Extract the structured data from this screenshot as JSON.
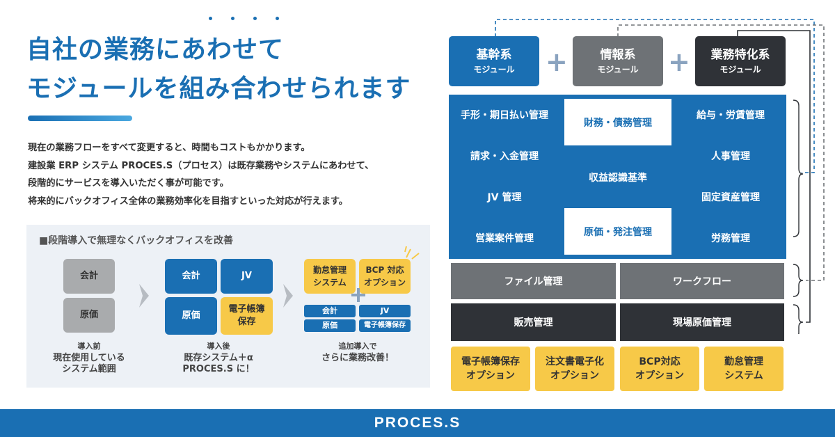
{
  "headline": {
    "line1": "自社の業務にあわせて",
    "line2": "モジュールを組み合わせられます"
  },
  "body": [
    "現在の業務フローをすべて変更すると、時間もコストもかかります。",
    "建設業 ERP システム PROCES.S（プロセス）は既存業務やシステムにあわせて、",
    "段階的にサービスを導入いただく事が可能です。",
    "将来的にバックオフィス全体の業務効率化を目指すといった対応が行えます。"
  ],
  "panel": {
    "title": "■段階導入で無理なくバックオフィスを改善",
    "before": {
      "tiles": [
        "会計",
        "原価"
      ],
      "caption_small": "導入前",
      "caption": [
        "現在使用している",
        "システム範囲"
      ]
    },
    "after": {
      "tiles": [
        "会計",
        "JV",
        "原価",
        "電子帳簿\n保存"
      ],
      "caption_small": "導入後",
      "caption": [
        "既存システム＋α",
        "PROCES.S に！"
      ]
    },
    "additional": {
      "options": [
        "勤怠管理\nシステム",
        "BCP 対応\nオプション"
      ],
      "small_tiles": [
        "会計",
        "JV",
        "原価",
        "電子帳簿保存"
      ],
      "caption_small": "追加導入で",
      "caption": [
        "さらに業務改善！"
      ]
    }
  },
  "modules": {
    "core": {
      "title": "基幹系",
      "sub": "モジュール"
    },
    "info": {
      "title": "情報系",
      "sub": "モジュール"
    },
    "special": {
      "title": "業務特化系",
      "sub": "モジュール"
    },
    "plus": "+"
  },
  "grid": {
    "left": [
      "手形・期日払い管理",
      "請求・入金管理",
      "JV 管理",
      "営業案件管理"
    ],
    "center": [
      "財務・債務管理",
      "収益認識基準",
      "原価・発注管理"
    ],
    "right": [
      "給与・労賃管理",
      "人事管理",
      "固定資産管理",
      "労務管理"
    ],
    "gray_row": [
      "ファイル管理",
      "ワークフロー"
    ],
    "dark_row": [
      "販売管理",
      "現場原価管理"
    ],
    "options": [
      "電子帳簿保存\nオプション",
      "注文書電子化\nオプション",
      "BCP対応\nオプション",
      "勤怠管理\nシステム"
    ]
  },
  "footer": {
    "logo": "PROCES.S"
  },
  "colors": {
    "primary": "#1a6fb3",
    "gray": "#6e7276",
    "dark": "#2f3237",
    "yellow": "#f7c948"
  }
}
